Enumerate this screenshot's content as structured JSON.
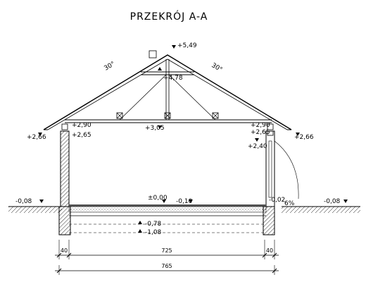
{
  "title": "PRZEKRÓJ A-A",
  "roof_angle_left": "30°",
  "roof_angle_right": "30°",
  "levels": {
    "ridge": "+5,49",
    "collar": "+4,78",
    "tie_beam": "+3,05",
    "eaves_left": "+2,90",
    "wall_left": "+2,65",
    "ext_left": "+2,66",
    "eaves_right": "+2,90",
    "wall_right": "+2,65",
    "head_right": "+2,40",
    "ext_right": "+2,66",
    "floor": "±0,00",
    "floor_right": "-0,10",
    "sill_right": "-0,02",
    "ground_left": "-0,08",
    "ground_right": "-0,08",
    "slope": "6%",
    "found_top": "-0,78",
    "found_bottom": "-1,08"
  },
  "dims": {
    "wall_left": "40",
    "inner": "725",
    "wall_right": "40",
    "total": "765"
  }
}
